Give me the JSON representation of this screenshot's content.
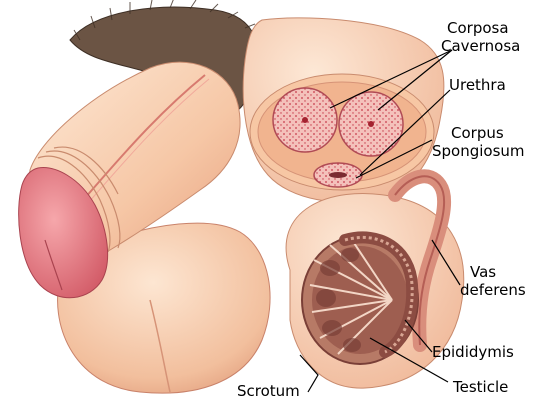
{
  "labels": {
    "corpora_cavernosa_line1": "Corposa",
    "corpora_cavernosa_line2": "Cavernosa",
    "urethra": "Urethra",
    "corpus_spongiosum_line1": "Corpus",
    "corpus_spongiosum_line2": "Spongiosum",
    "vas_deferens_line1": "Vas",
    "vas_deferens_line2": "deferens",
    "epididymis": "Epididymis",
    "testicle": "Testicle",
    "scrotum": "Scrotum"
  },
  "colors": {
    "skin_light": "#fbe2cc",
    "skin_mid": "#f3c09c",
    "skin_shadow": "#e2977a",
    "glans": "#e87f86",
    "glans_dark": "#c9555f",
    "hair": "#5a4638",
    "tissue": "#f2b7b0",
    "tissue_dot": "#c63a4a",
    "testis_inner": "#a8685a",
    "testis_lobule": "#7a3f37"
  }
}
